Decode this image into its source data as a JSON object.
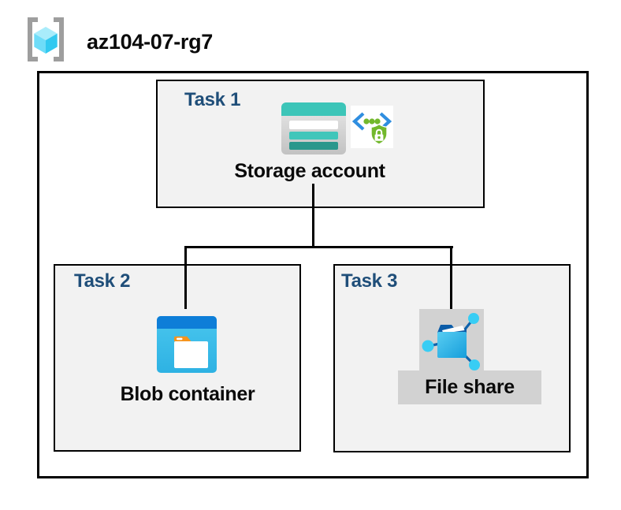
{
  "resource_group": {
    "name": "az104-07-rg7"
  },
  "tasks": [
    {
      "label": "Task 1",
      "item": "Storage account",
      "icons": [
        "storage-account-icon",
        "secure-access-icon"
      ],
      "selected": false
    },
    {
      "label": "Task 2",
      "item": "Blob container",
      "icons": [
        "blob-container-icon"
      ],
      "selected": false
    },
    {
      "label": "Task 3",
      "item": "File share",
      "icons": [
        "file-share-icon"
      ],
      "selected": true
    }
  ],
  "connectors": [
    {
      "from": "Storage account",
      "to": "Blob container"
    },
    {
      "from": "Storage account",
      "to": "File share"
    }
  ],
  "icons": {
    "resource_group": "resource-group-icon",
    "storage_account": "storage-account-icon",
    "secure_access": "secure-access-icon",
    "blob_container": "blob-container-icon",
    "file_share": "file-share-icon"
  },
  "colors": {
    "canvas_bg": "#FFFFFF",
    "task_label_blue": "#1F4E79",
    "box_fill": "#F2F2F2",
    "box_border": "#000000",
    "connector": "#000000",
    "selection_gray": "#D2D2D2",
    "storage_teal": "#3CC5B8",
    "storage_teal_dark": "#2A978C",
    "blob_header_blue": "#0E7ED8",
    "blob_body_cyan": "#3BBCE8",
    "blob_tab_orange": "#F6941D",
    "fileshare_flap_blue": "#0B5CA8",
    "fileshare_node_cyan": "#38CDF4",
    "security_chevron_blue": "#2F8EE0",
    "security_green": "#72B82C",
    "rg_bracket_gray": "#9E9E9E",
    "rg_cube_top": "#A9ECFB",
    "rg_cube_left": "#6EDCF8",
    "rg_cube_right": "#32C9F0"
  }
}
